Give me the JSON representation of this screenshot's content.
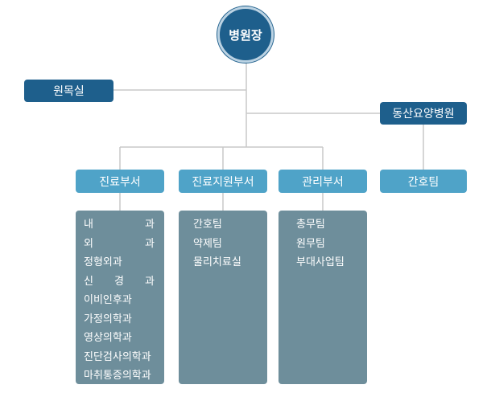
{
  "root": "병원장",
  "staff_office": "원목실",
  "branch": "동산요양병원",
  "branch_unit": "간호팀",
  "departments": [
    {
      "label": "진료부서",
      "units": [
        "내 과",
        "외 과",
        "정형외과",
        "신 경 과",
        "이비인후과",
        "가정의학과",
        "영상의학과",
        "진단검사의학과",
        "마취통증의학과"
      ]
    },
    {
      "label": "진료지원부서",
      "units": [
        "간호팀",
        "약제팀",
        "물리치료실"
      ]
    },
    {
      "label": "관리부서",
      "units": [
        "총무팀",
        "원무팀",
        "부대사업팀"
      ]
    }
  ],
  "colors": {
    "dark": "#1e5f8c",
    "light": "#4fa3c8",
    "panel": "#6e8e9b",
    "line": "#c8c8c8"
  }
}
